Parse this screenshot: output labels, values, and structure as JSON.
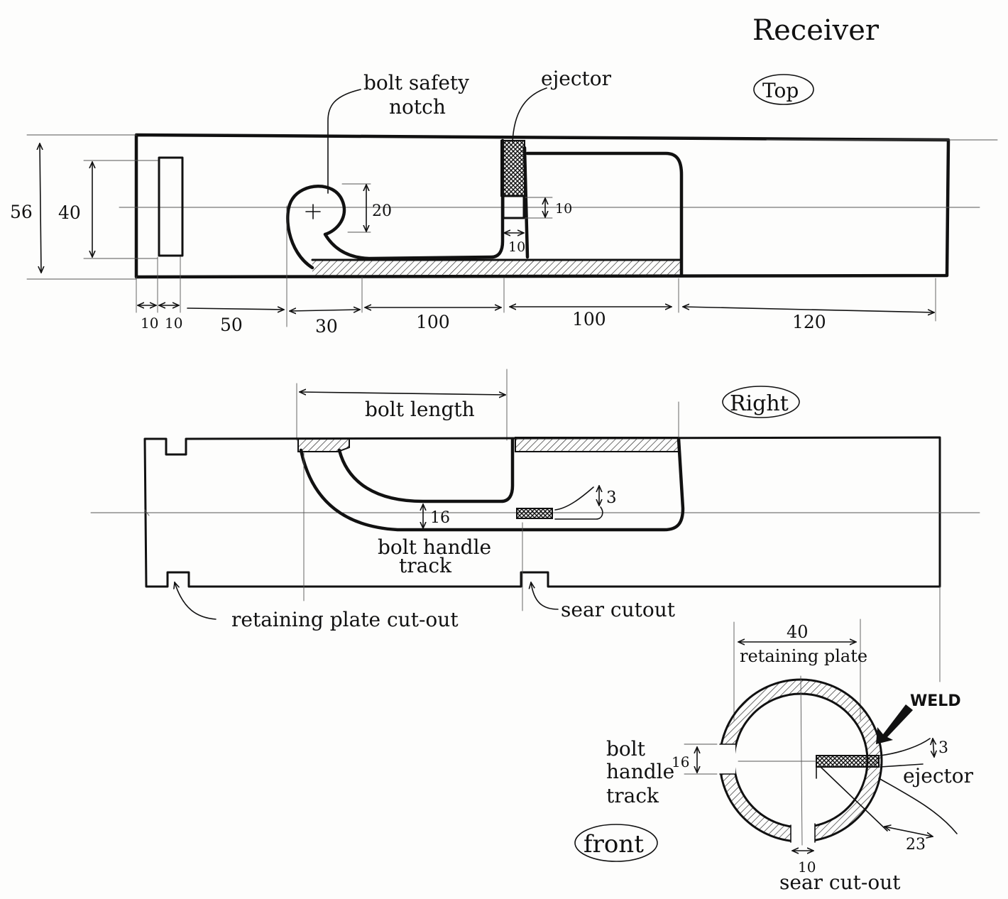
{
  "title": "Receiver",
  "views": {
    "top": "Top",
    "right": "Right",
    "front": "front"
  },
  "top_view": {
    "labels": {
      "bolt_safety_notch_1": "bolt safety",
      "bolt_safety_notch_2": "notch",
      "ejector": "ejector"
    },
    "dims": {
      "overall_height": "56",
      "inner_height": "40",
      "notch_dia": "20",
      "ejector_h": "10",
      "ejector_w": "10",
      "seg_a": "10",
      "seg_b": "10",
      "seg_c": "50",
      "seg_d": "30",
      "seg_e": "100",
      "seg_f": "100",
      "seg_g": "120"
    }
  },
  "right_view": {
    "labels": {
      "bolt_length": "bolt length",
      "bolt_handle_track_1": "bolt handle",
      "bolt_handle_track_2": "track",
      "retaining_plate": "retaining plate cut-out",
      "sear": "sear cutout"
    },
    "dims": {
      "ejector_slot": "3",
      "track_gap": "16"
    }
  },
  "front_view": {
    "labels": {
      "retaining_plate": "retaining plate",
      "weld": "WELD",
      "ejector": "ejector",
      "bolt_handle_track_1": "bolt",
      "bolt_handle_track_2": "handle",
      "bolt_handle_track_3": "track",
      "sear": "sear cut-out"
    },
    "dims": {
      "plate_width": "40",
      "ejector_thickness": "3",
      "track": "16",
      "sear": "10",
      "ejector_len": "23"
    }
  }
}
